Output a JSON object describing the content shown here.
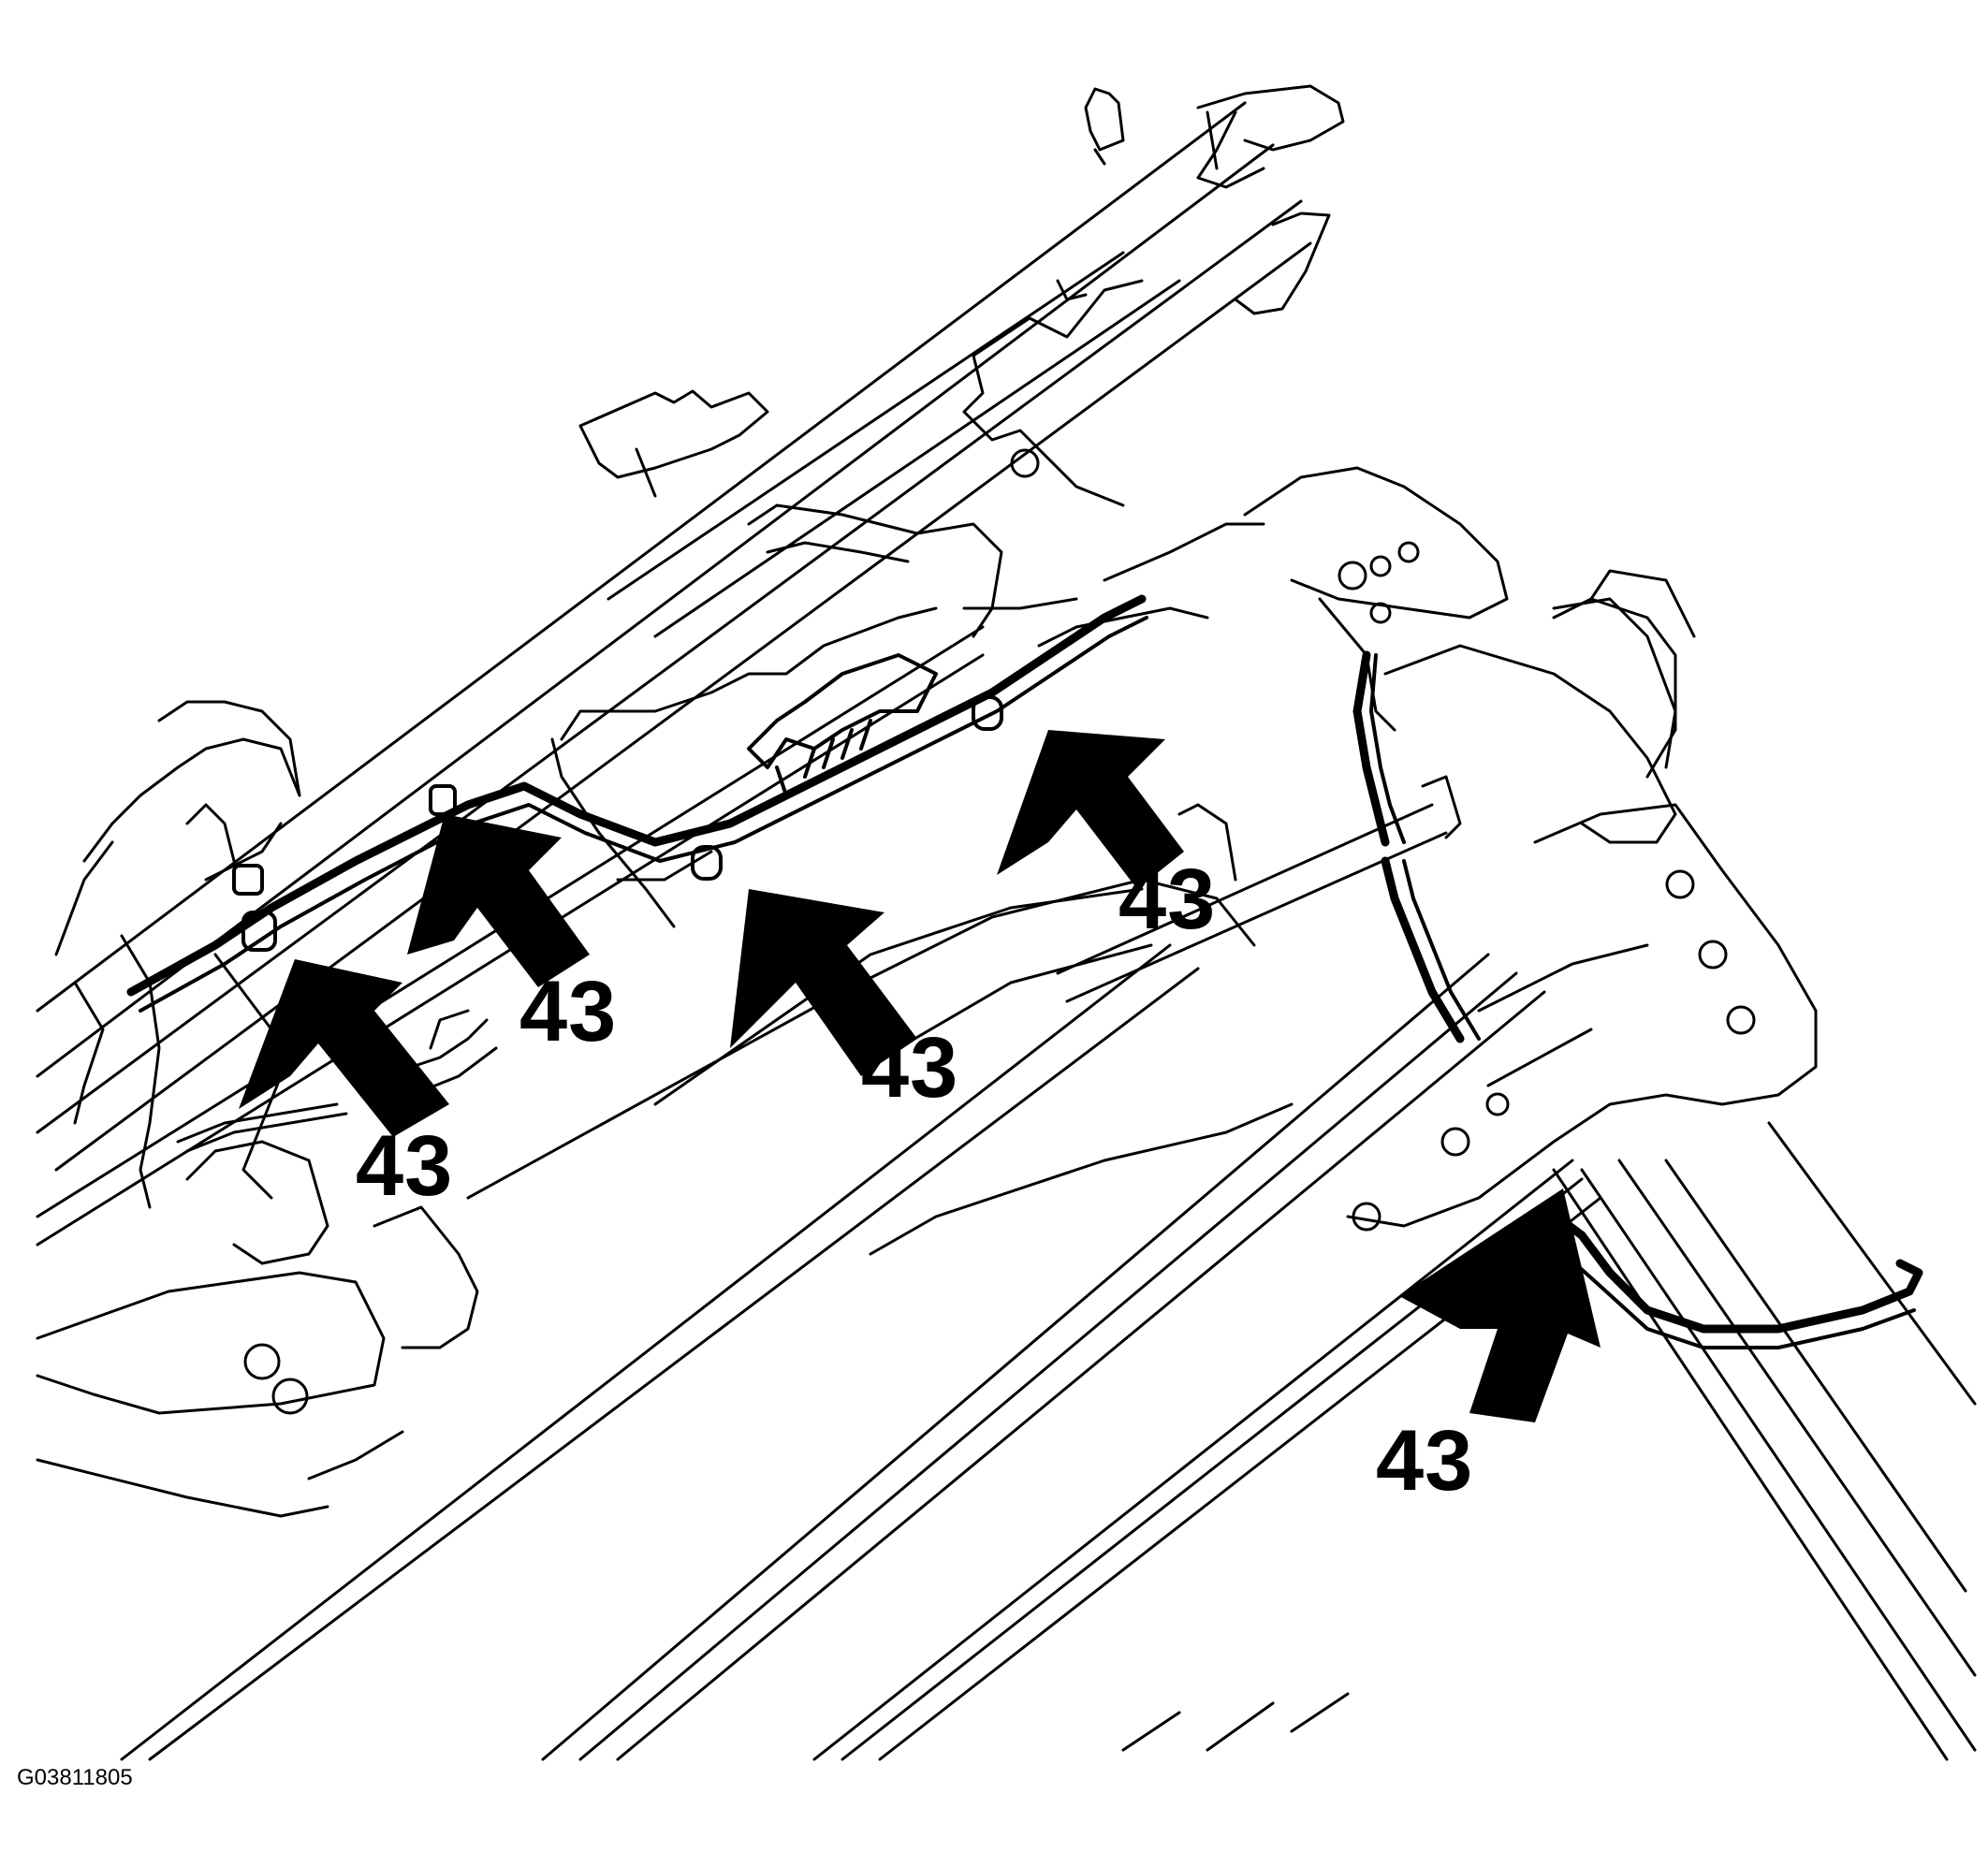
{
  "figure": {
    "id": "G03811805",
    "background": "#ffffff",
    "ink": "#000000"
  },
  "callouts": [
    {
      "label": "43"
    },
    {
      "label": "43"
    },
    {
      "label": "43"
    },
    {
      "label": "43"
    },
    {
      "label": "43"
    }
  ]
}
